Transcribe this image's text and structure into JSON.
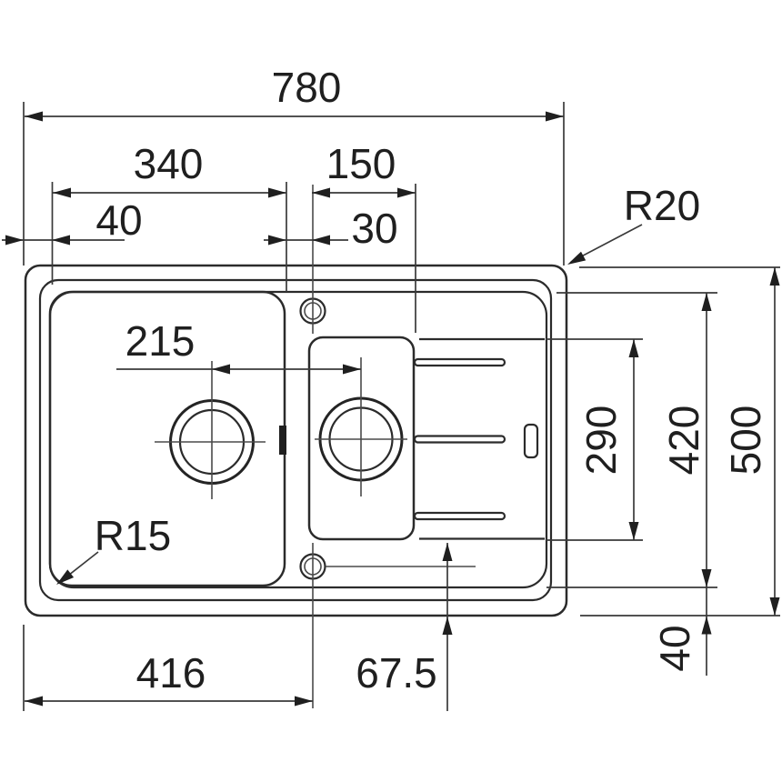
{
  "diagram": {
    "kind": "sink-technical-drawing-top-view",
    "colors": {
      "line": "#2b2b2b",
      "background": "#ffffff",
      "text": "#1f1f1f"
    },
    "dims": {
      "overall_width": "780",
      "main_bowl_width": "340",
      "small_bowl_width": "150",
      "left_edge_offset": "40",
      "divider_width": "30",
      "outer_corner_radius": "R20",
      "drain_spacing": "215",
      "bowl_corner_radius": "R15",
      "hole_distance_from_left": "416",
      "drain_offset": "67.5",
      "drainboard_length": "290",
      "inner_length": "420",
      "overall_depth": "500",
      "rim_width": "40"
    }
  }
}
